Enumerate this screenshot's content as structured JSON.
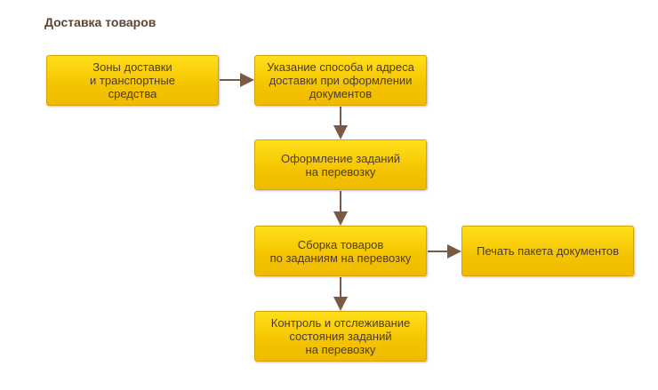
{
  "title": "Доставка товаров",
  "nodes": [
    {
      "label": "Зоны доставки\nи транспортные\nсредства"
    },
    {
      "label": "Указание способа и адреса\nдоставки при оформлении\nдокументов"
    },
    {
      "label": "Оформление заданий\nна перевозку"
    },
    {
      "label": "Сборка товаров\nпо заданиям на перевозку"
    },
    {
      "label": "Печать пакета документов"
    },
    {
      "label": "Контроль и отслеживание\nсостояния заданий\nна перевозку"
    }
  ],
  "colors": {
    "arrow": "#7a5a45",
    "box": "#f5c400",
    "title": "#5e4330"
  }
}
